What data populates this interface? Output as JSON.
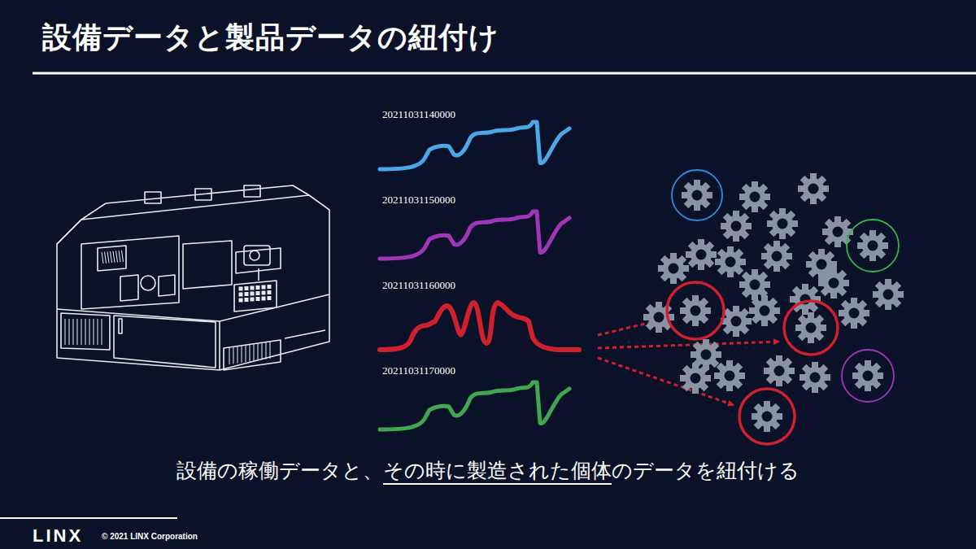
{
  "diagram": {
    "title": "設備データと製品データの紐付け",
    "caption": "設備の稼働データと、その時に製造された個体のデータを紐付ける",
    "labels": [
      "20211031140000",
      "20211031150000",
      "20211031160000",
      "20211031170000",
      "LINX",
      "© 2021 LINX Corporation"
    ]
  }
}
